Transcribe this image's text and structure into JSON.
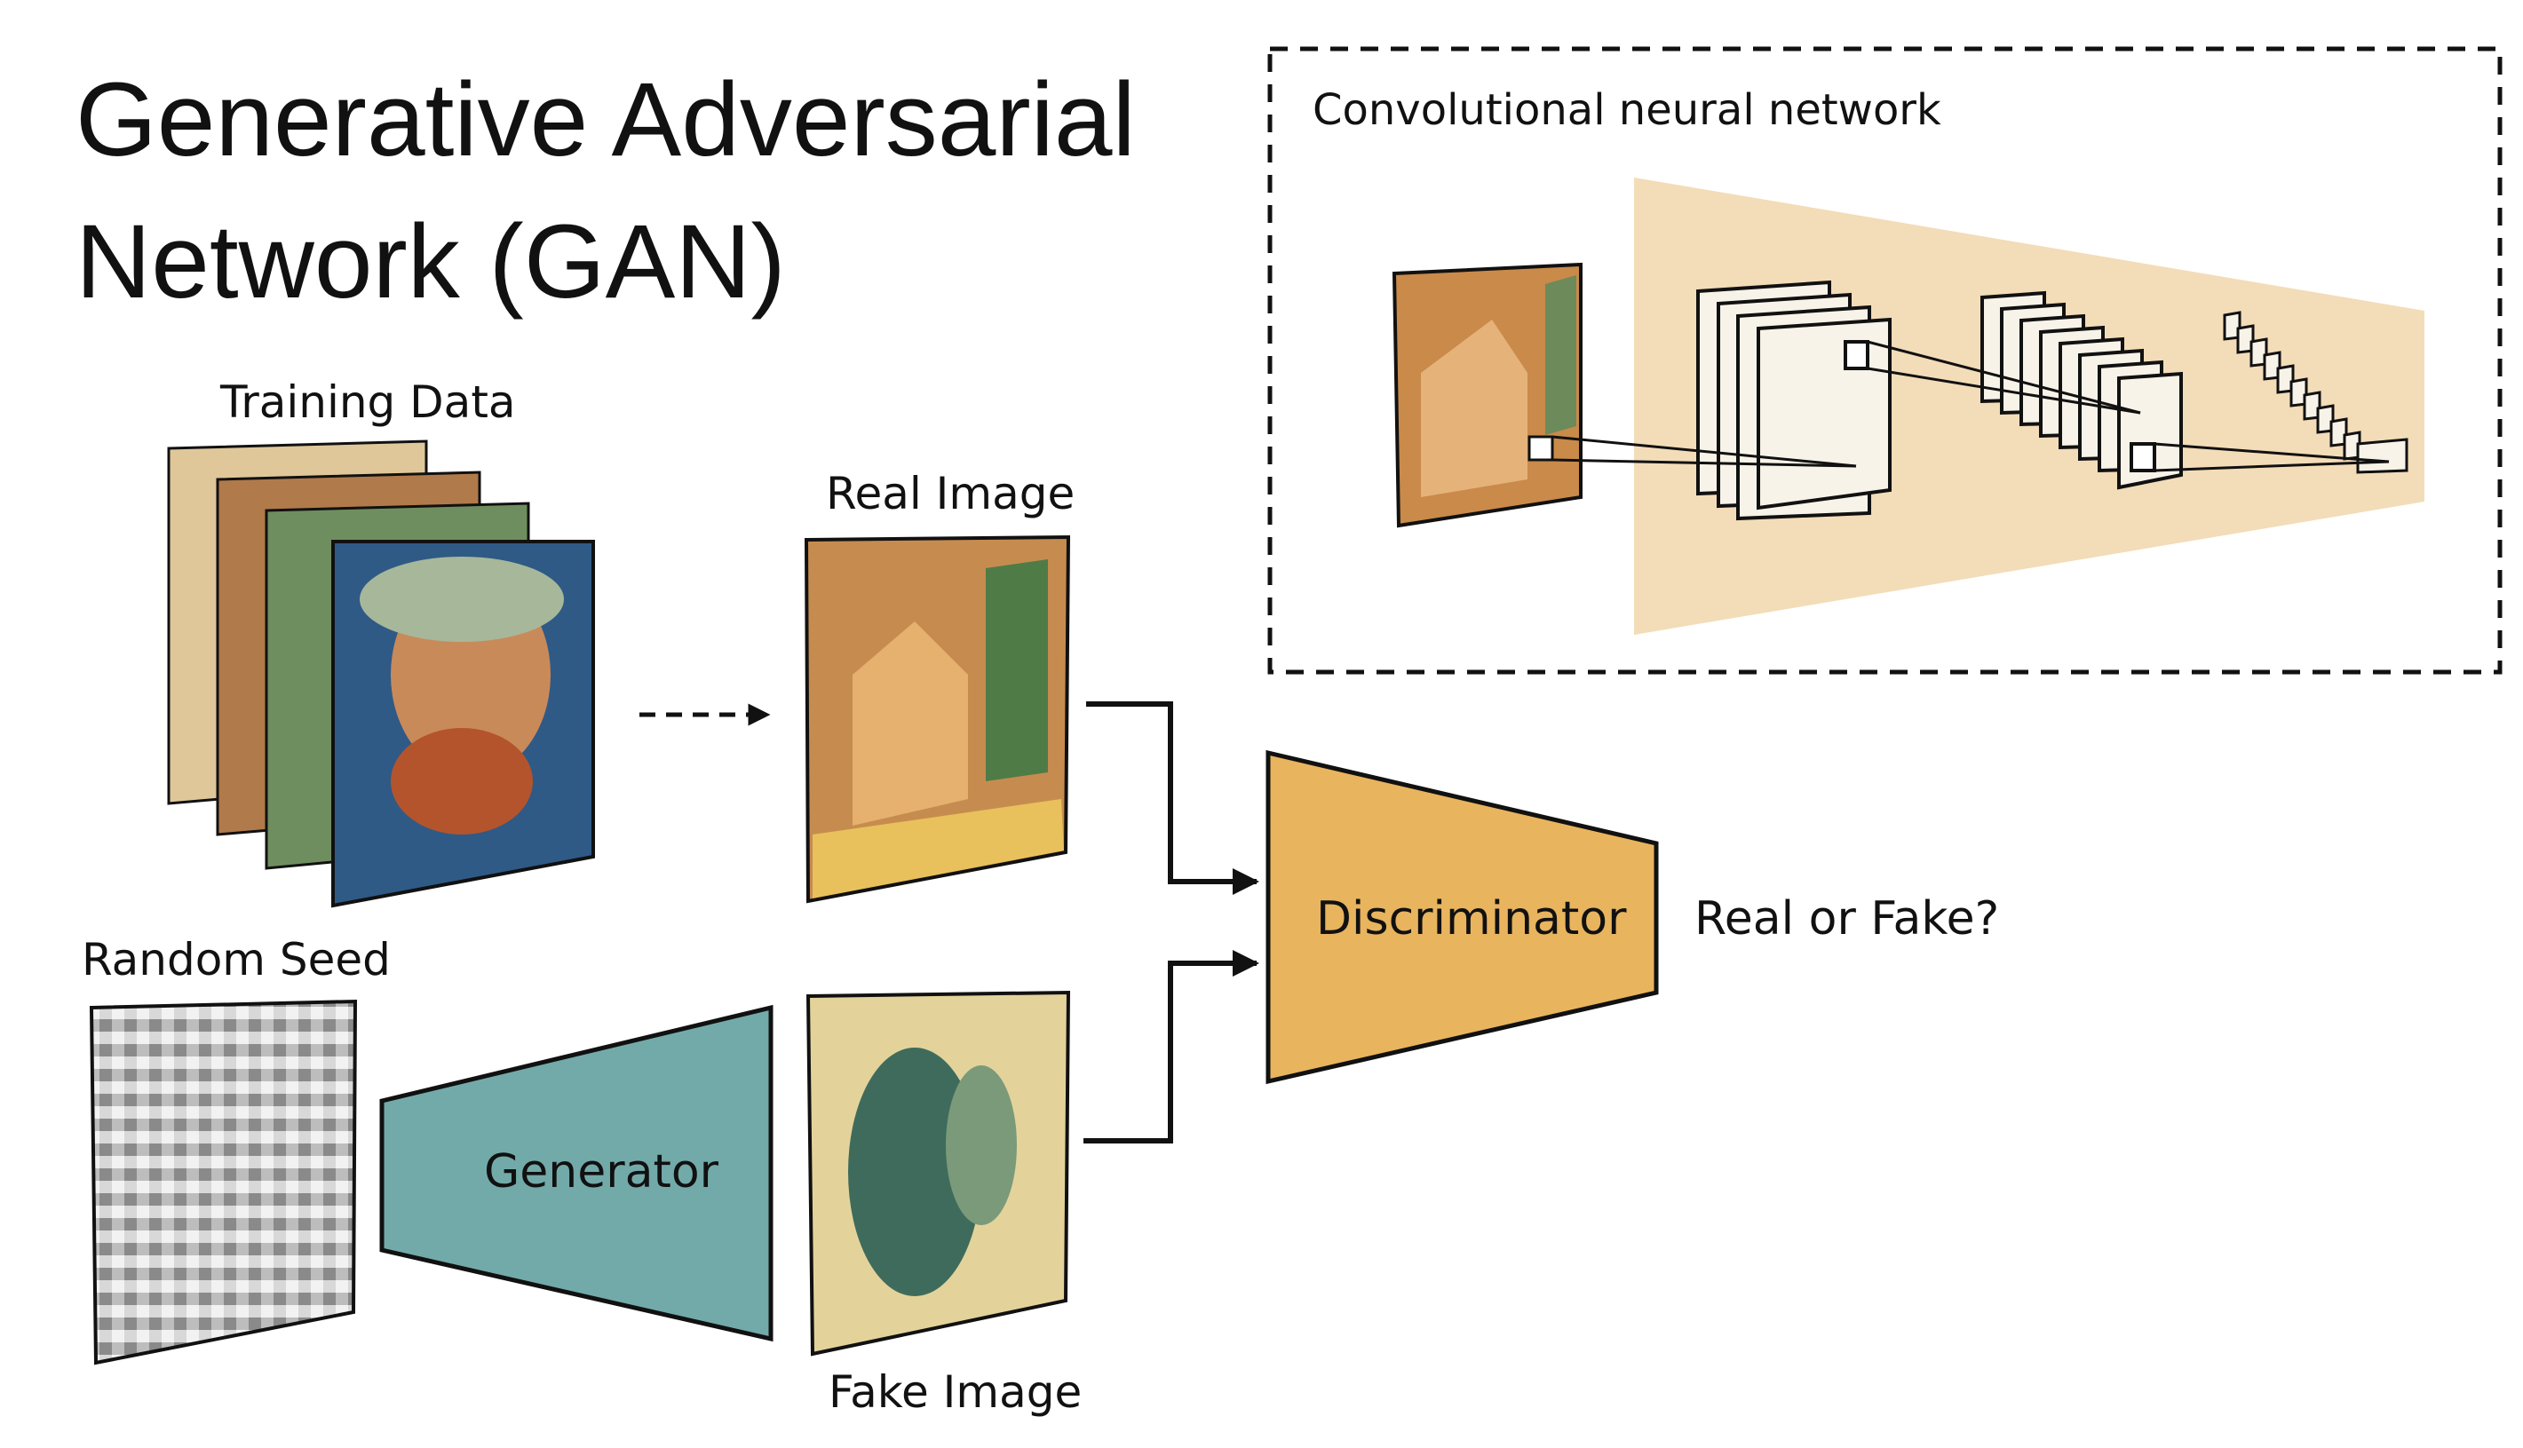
{
  "title": {
    "line1": "Generative Adversarial",
    "line2": "Network (GAN)"
  },
  "cnn_box": {
    "label": "Convolutional neural network"
  },
  "labels": {
    "training_data": "Training Data",
    "real_image": "Real Image",
    "random_seed": "Random Seed",
    "fake_image": "Fake Image",
    "generator": "Generator",
    "discriminator": "Discriminator",
    "output": "Real or Fake?"
  },
  "colors": {
    "generator_fill": "#72aaa9",
    "discriminator_fill": "#e8b45e",
    "cnn_band": "#f3dcb8",
    "line": "#111111"
  }
}
